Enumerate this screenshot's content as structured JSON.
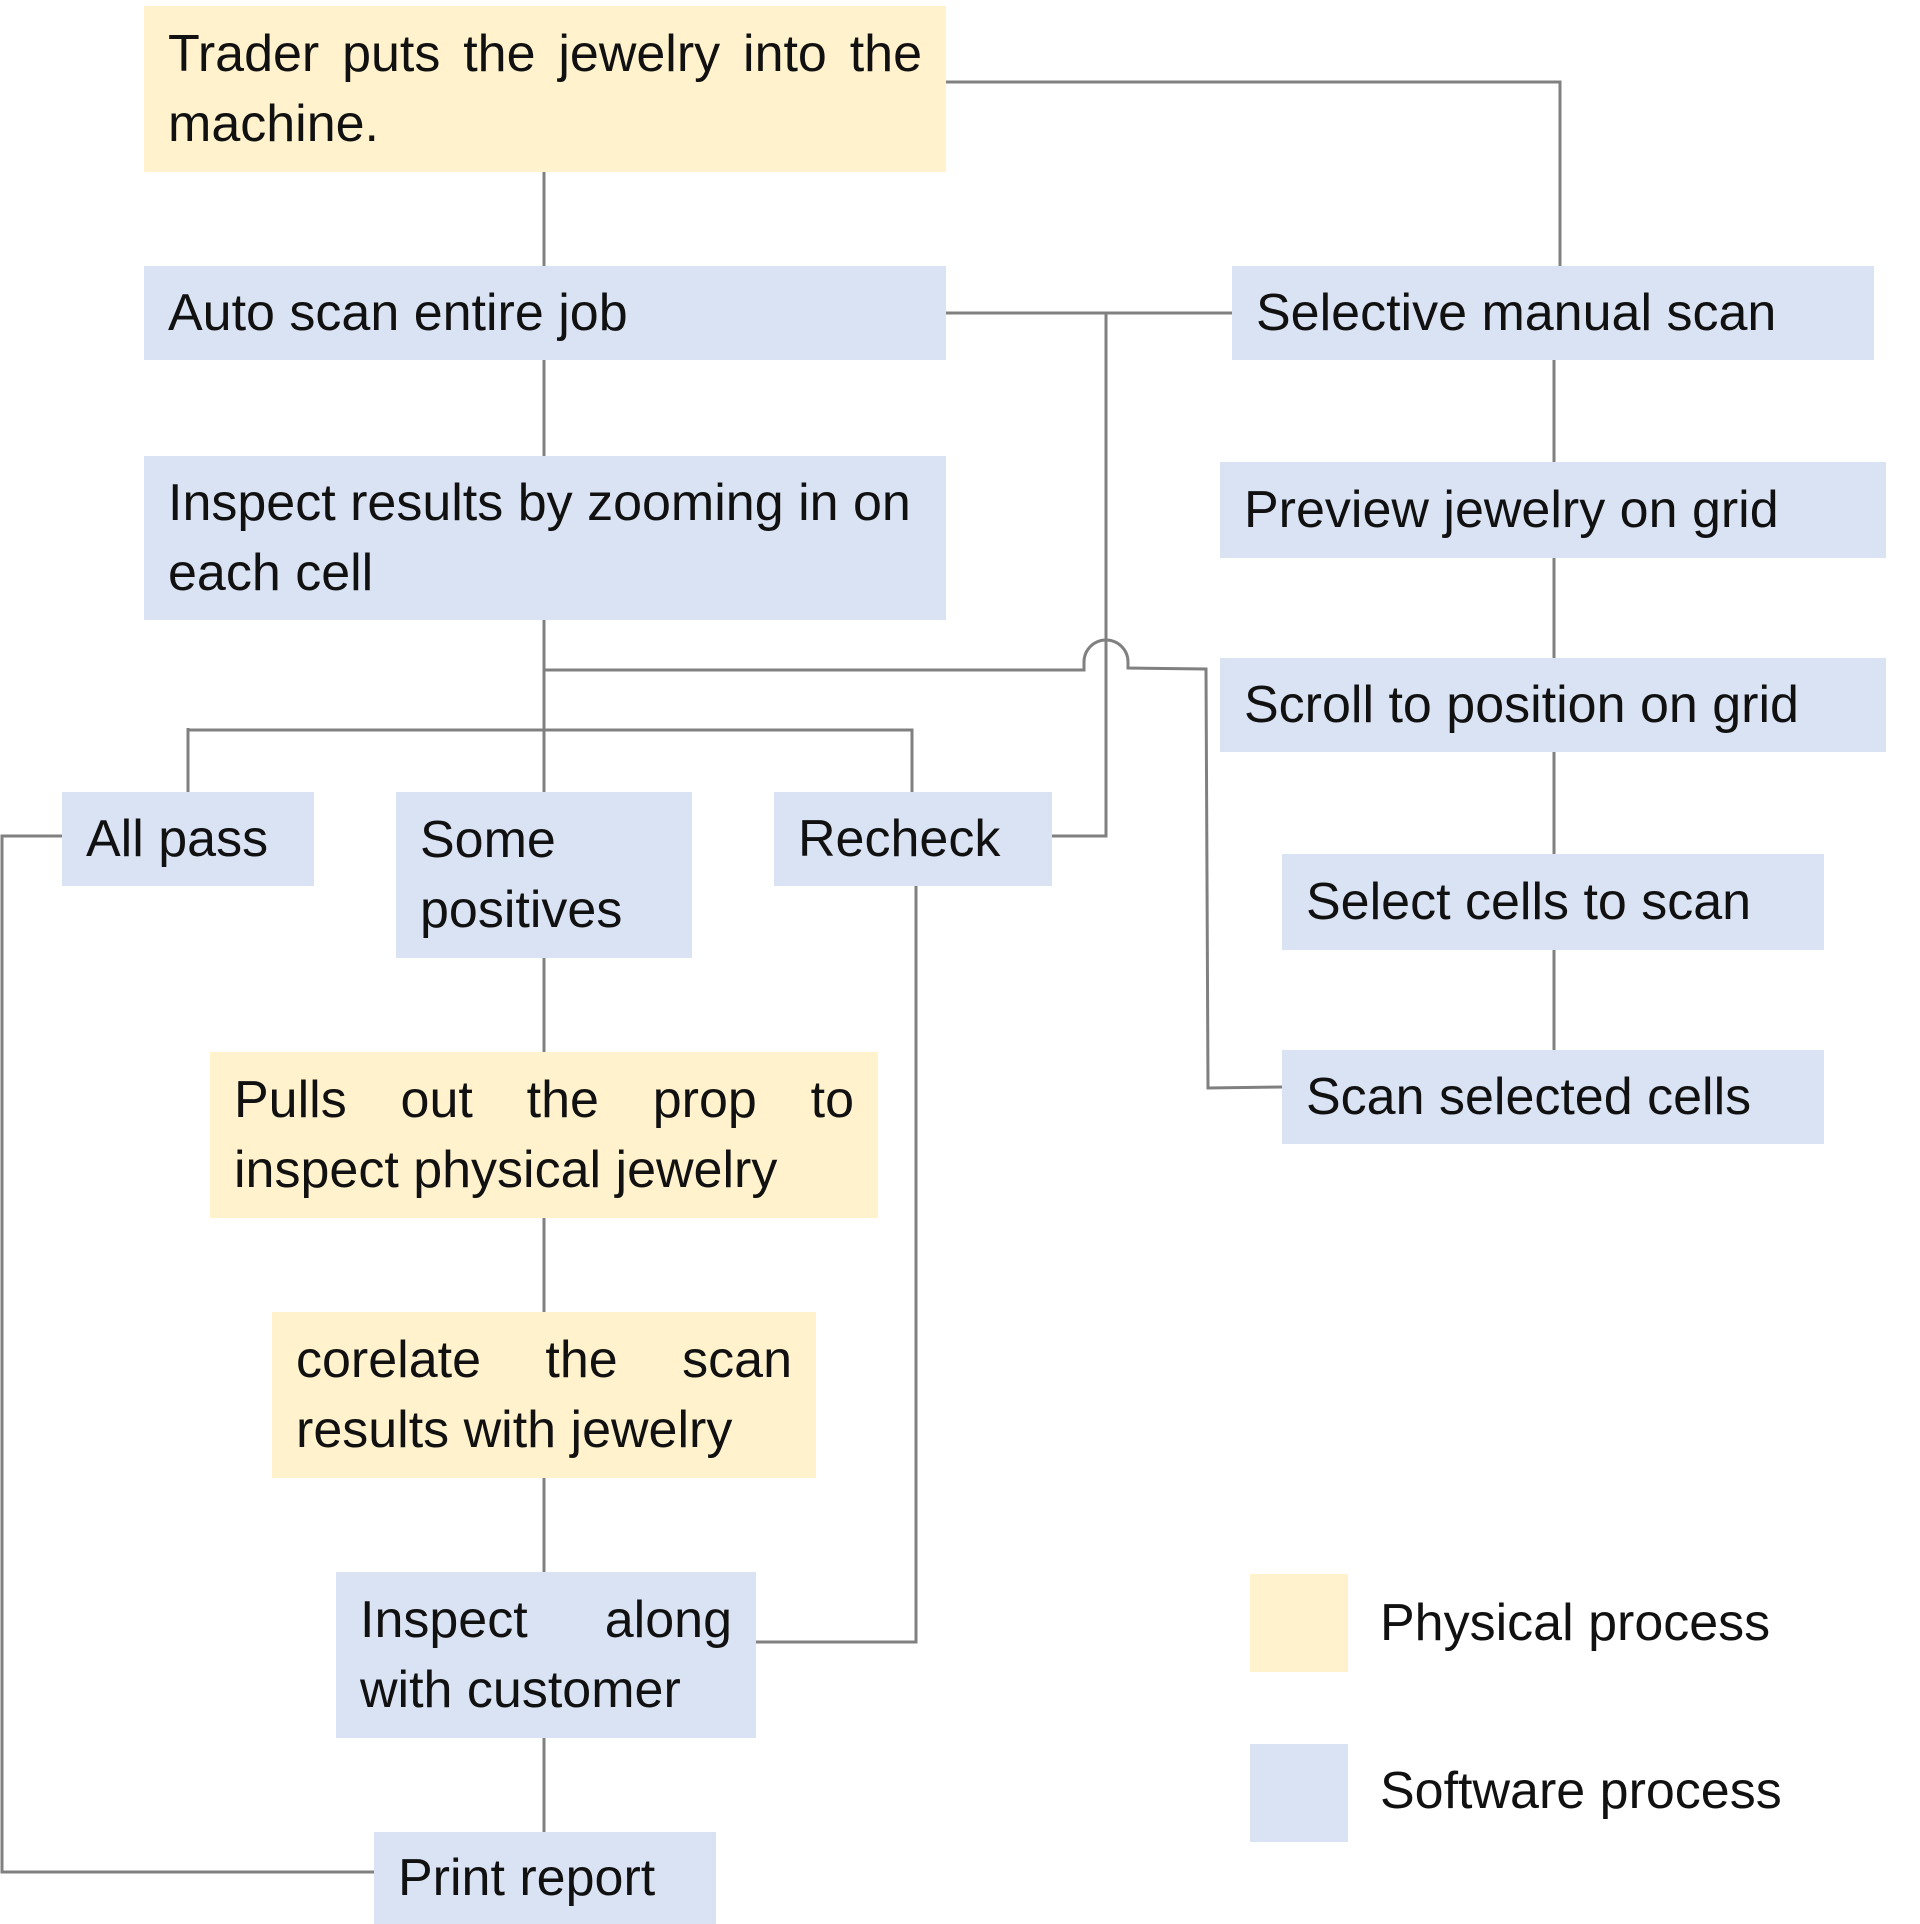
{
  "colors": {
    "physical": "#fff2cc",
    "software": "#dae3f3",
    "connector": "#808080"
  },
  "nodes": {
    "trader_puts": {
      "text": "Trader puts the jewelry into the machine.",
      "type": "physical"
    },
    "auto_scan": {
      "text": "Auto scan entire job",
      "type": "software"
    },
    "inspect_results": {
      "text": "Inspect results by zooming in on each cell",
      "type": "software"
    },
    "all_pass": {
      "text": "All pass",
      "type": "software"
    },
    "some_positives": {
      "text": "Some positives",
      "type": "software"
    },
    "recheck": {
      "text": "Recheck",
      "type": "software"
    },
    "pulls_out": {
      "text": "Pulls out the prop to inspect physical jewelry",
      "type": "physical"
    },
    "corelate": {
      "text": "corelate the scan results with jewelry",
      "type": "physical"
    },
    "inspect_customer": {
      "text": "Inspect along with customer",
      "type": "software"
    },
    "print_report": {
      "text": "Print report",
      "type": "software"
    },
    "selective_manual": {
      "text": "Selective manual scan",
      "type": "software"
    },
    "preview_grid": {
      "text": "Preview jewelry on grid",
      "type": "software"
    },
    "scroll_grid": {
      "text": "Scroll to position on grid",
      "type": "software"
    },
    "select_cells": {
      "text": "Select cells to scan",
      "type": "software"
    },
    "scan_selected": {
      "text": "Scan selected cells",
      "type": "software"
    }
  },
  "legend": {
    "physical_label": "Physical process",
    "software_label": "Software process"
  }
}
